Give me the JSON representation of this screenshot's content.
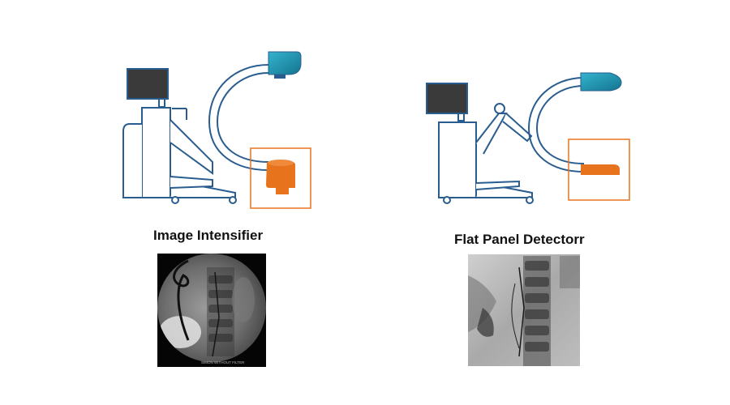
{
  "panels": [
    {
      "caption": "Image Intensifier",
      "xray_annotation": "SIMON WITHOUT FILTER"
    },
    {
      "caption": "Flat Panel Detectorr"
    }
  ],
  "colors": {
    "outline": "#2a5d8f",
    "monitor_fill": "#3a3a3a",
    "tube_teal": "#1f8fae",
    "detector_orange": "#e8731d",
    "highlight_box": "#e8731d",
    "background": "#ffffff"
  }
}
